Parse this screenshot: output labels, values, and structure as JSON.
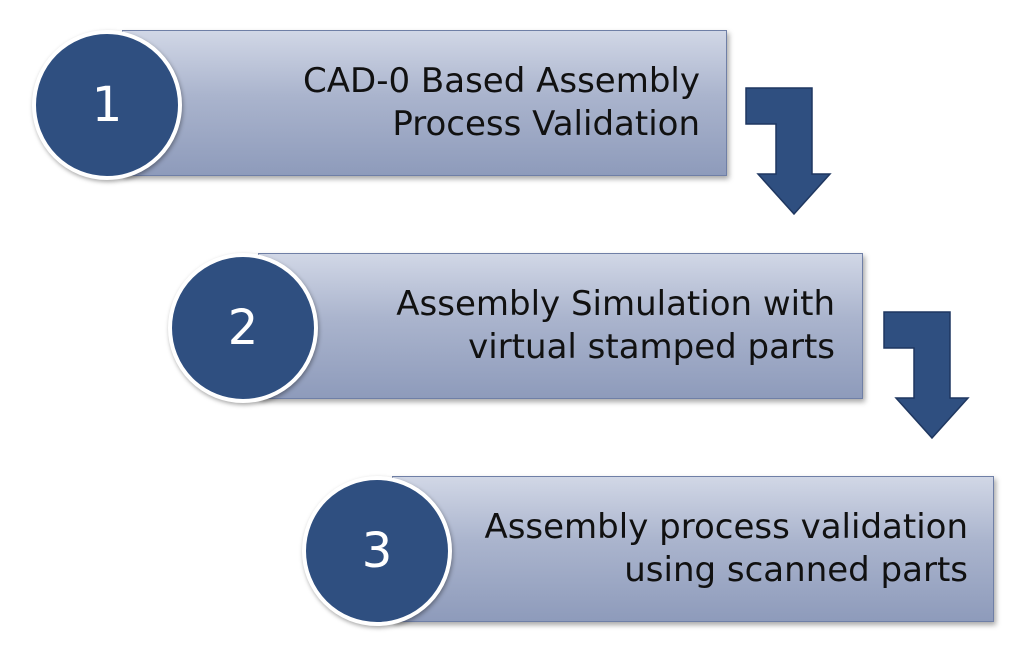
{
  "colors": {
    "circle": "#2f4f80",
    "bar_top": "#d1d7e6",
    "bar_bottom": "#8e9bbb",
    "arrow": "#2f4f80"
  },
  "steps": [
    {
      "number": "1",
      "line1": "CAD-0 Based Assembly",
      "line2": "Process Validation"
    },
    {
      "number": "2",
      "line1": "Assembly Simulation with",
      "line2": "virtual stamped parts"
    },
    {
      "number": "3",
      "line1": "Assembly process validation",
      "line2": "using scanned parts"
    }
  ]
}
